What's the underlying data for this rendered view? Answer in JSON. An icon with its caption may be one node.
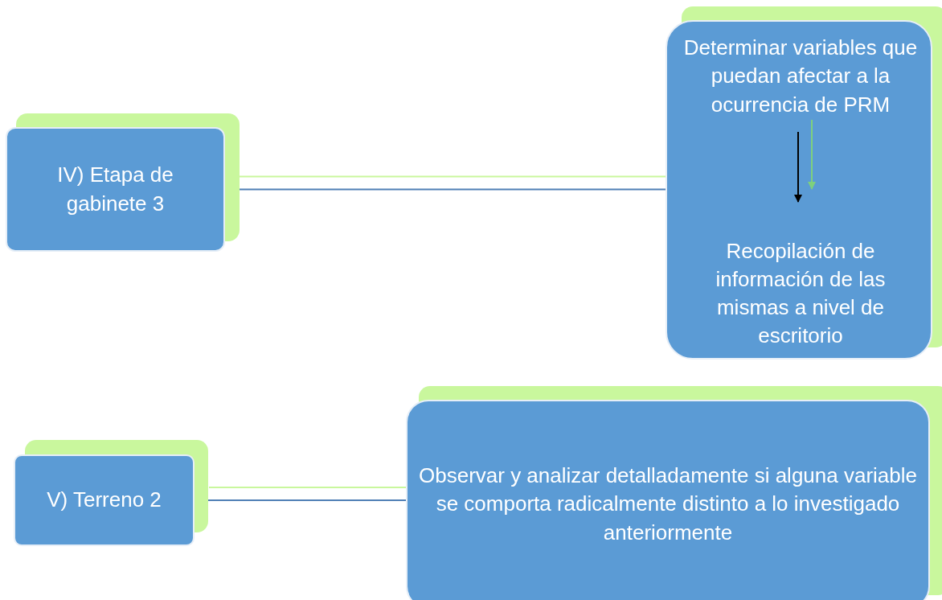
{
  "diagram": {
    "nodes": [
      {
        "text": [
          "IV) Etapa de gabinete 3"
        ]
      },
      {
        "text": [],
        "shape": "box"
      },
      {
        "text": [
          "Determinar variables que puedan afectar a la ocurrencia de PRM"
        ],
        "in": 1
      },
      {
        "text": [
          "Recopilación de información de las mismas a nivel de escritorio"
        ],
        "in": 1
      },
      {
        "text": [
          "V) Terreno 2"
        ]
      },
      {
        "text": [
          "Observar y analizar detalladamente si alguna variable se comporta radicalmente distinto a lo investigado anteriormente"
        ]
      }
    ],
    "edges": [
      {
        "from": 0,
        "to": 1,
        "arrow": "none",
        "color": "#4f7fb5"
      },
      {
        "from": 0,
        "to": 1,
        "arrow": "none",
        "color": "#c9f79d"
      },
      {
        "from": 2,
        "to": 3,
        "arrow": "to",
        "color": "#000000"
      },
      {
        "from": 2,
        "to": 3,
        "arrow": "to",
        "color": "#7ed07e"
      },
      {
        "from": 4,
        "to": 5,
        "arrow": "none",
        "color": "#4f7fb5"
      },
      {
        "from": 4,
        "to": 5,
        "arrow": "none",
        "color": "#c9f79d"
      }
    ]
  }
}
